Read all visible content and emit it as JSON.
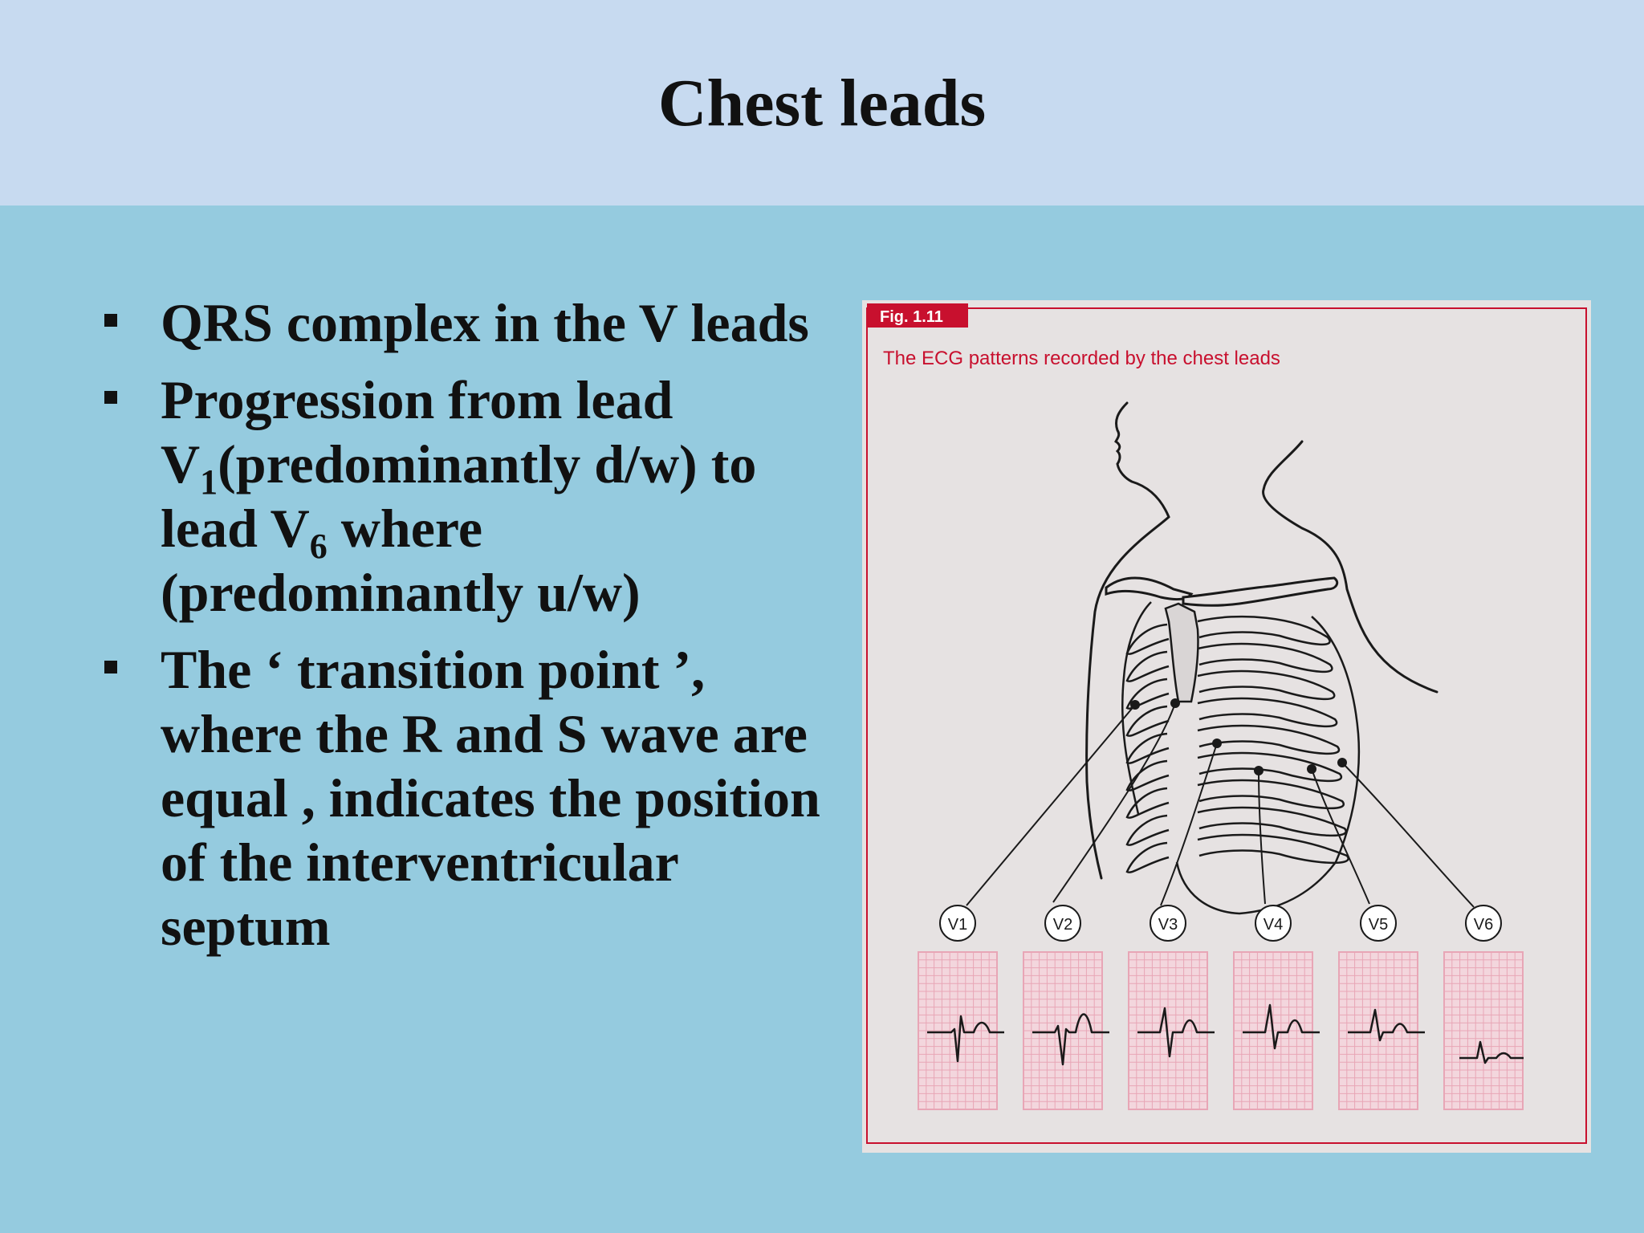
{
  "slide": {
    "title": "Chest leads"
  },
  "bullets": [
    {
      "id": "b1",
      "parts": [
        "QRS complex in the V leads"
      ]
    },
    {
      "id": "b2",
      "parts": [
        "Progression from lead V",
        "1",
        "(predominantly d/w) to lead V",
        "6",
        " where (predominantly u/w)"
      ]
    },
    {
      "id": "b3",
      "parts": [
        "The ‘ transition point ’, where the R and S wave are equal , indicates the position of  the interventricular septum"
      ]
    }
  ],
  "figure": {
    "tag": "Fig. 1.11",
    "caption": "The ECG patterns recorded by the chest leads",
    "lead_labels": [
      "V1",
      "V2",
      "V3",
      "V4",
      "V5",
      "V6"
    ],
    "colors": {
      "accent": "#c8102e",
      "grid": "#e8a6b6",
      "grid_bg": "#f3d6dd"
    }
  }
}
